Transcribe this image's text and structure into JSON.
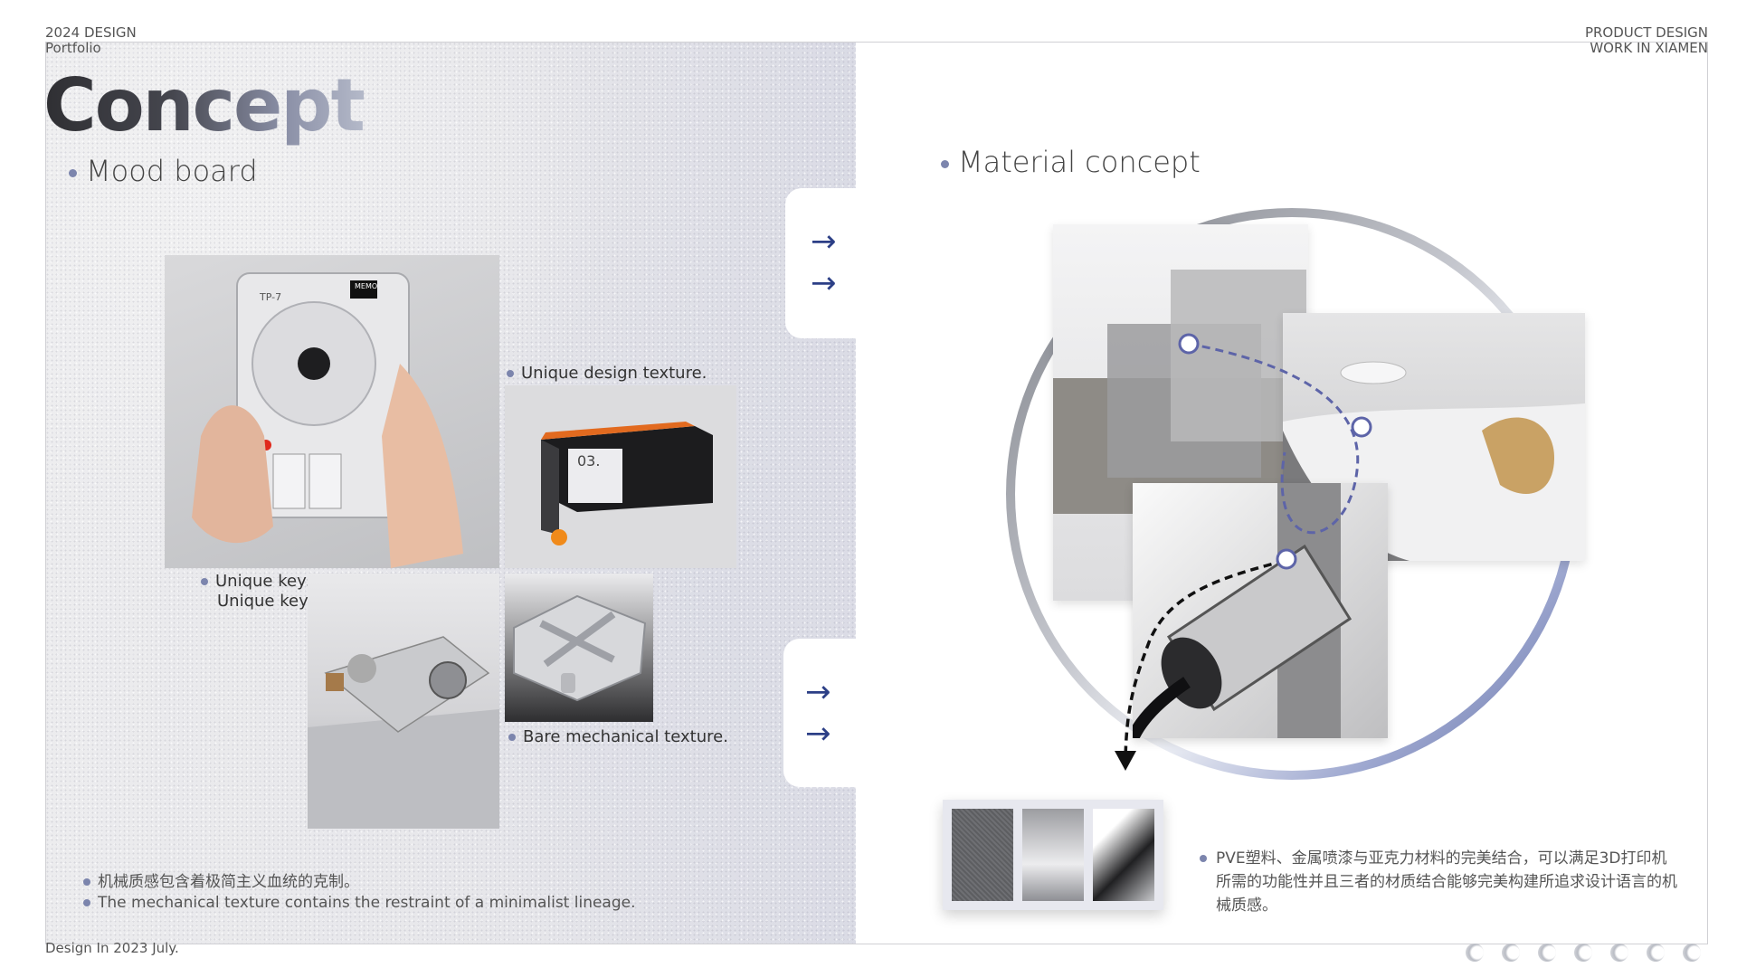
{
  "header": {
    "left_line1": "2024 DESIGN",
    "left_line2": "Portfolio",
    "right_line1": "PRODUCT DESIGN",
    "right_line2": "WORK IN XIAMEN"
  },
  "title": "Concept",
  "mood_board": {
    "heading": "Mood board",
    "caption_texture": "Unique design texture.",
    "caption_keys_1": "Unique keys",
    "caption_keys_2": "Unique keys",
    "caption_mechanical": "Bare mechanical texture.",
    "device_brand": "TP-7",
    "device_badge": "MEMO",
    "box_label": "03.",
    "note_cn": "机械质感包含着极简主义血统的克制。",
    "note_en": "The mechanical texture contains the restraint of a minimalist lineage."
  },
  "material": {
    "heading": "Material concept",
    "description": "PVE塑料、金属喷漆与亚克力材料的完美结合，可以满足3D打印机所需的功能性并且三者的材质结合能够完美构建所追求设计语言的机械质感。"
  },
  "footer": {
    "date": "Design In 2023 July."
  },
  "icons": {
    "arrow": "→"
  },
  "colors": {
    "accent": "#2c3f86",
    "bullet": "#7c85ad"
  }
}
